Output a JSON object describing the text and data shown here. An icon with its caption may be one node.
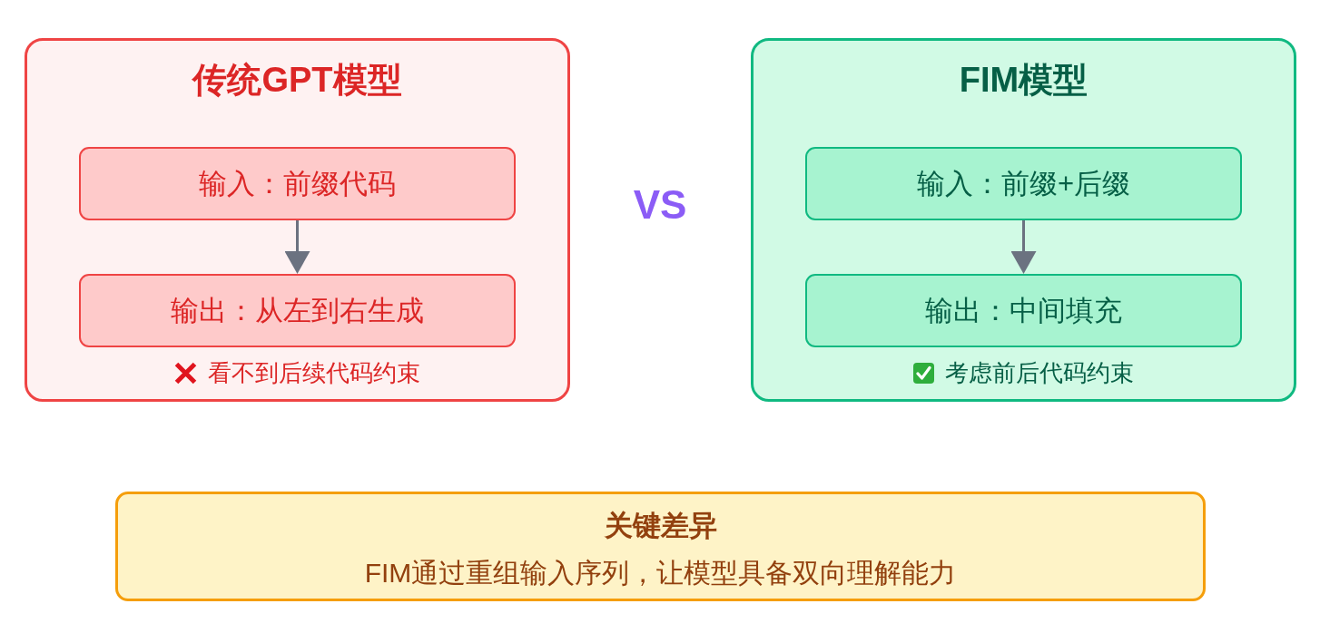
{
  "diagram": {
    "nodes": [
      {
        "text": [
          "传统GPT模型",
          "看不到后续代码约束"
        ]
      },
      {
        "text": [
          "输入：前缀代码"
        ],
        "in": 0
      },
      {
        "text": [
          "输出：从左到右生成"
        ],
        "in": 0
      },
      {
        "text": [
          "FIM模型",
          "考虑前后代码约束"
        ]
      },
      {
        "text": [
          "输入：前缀+后缀"
        ],
        "in": 3
      },
      {
        "text": [
          "输出：中间填充"
        ],
        "in": 3
      },
      {
        "text": [
          "关键差异",
          "FIM通过重组输入序列，让模型具备双向理解能力"
        ]
      }
    ],
    "edges": [
      {
        "from": 1,
        "to": 2,
        "arrow": "to"
      },
      {
        "from": 4,
        "to": 5,
        "arrow": "to"
      }
    ],
    "labels": [
      "VS"
    ]
  }
}
